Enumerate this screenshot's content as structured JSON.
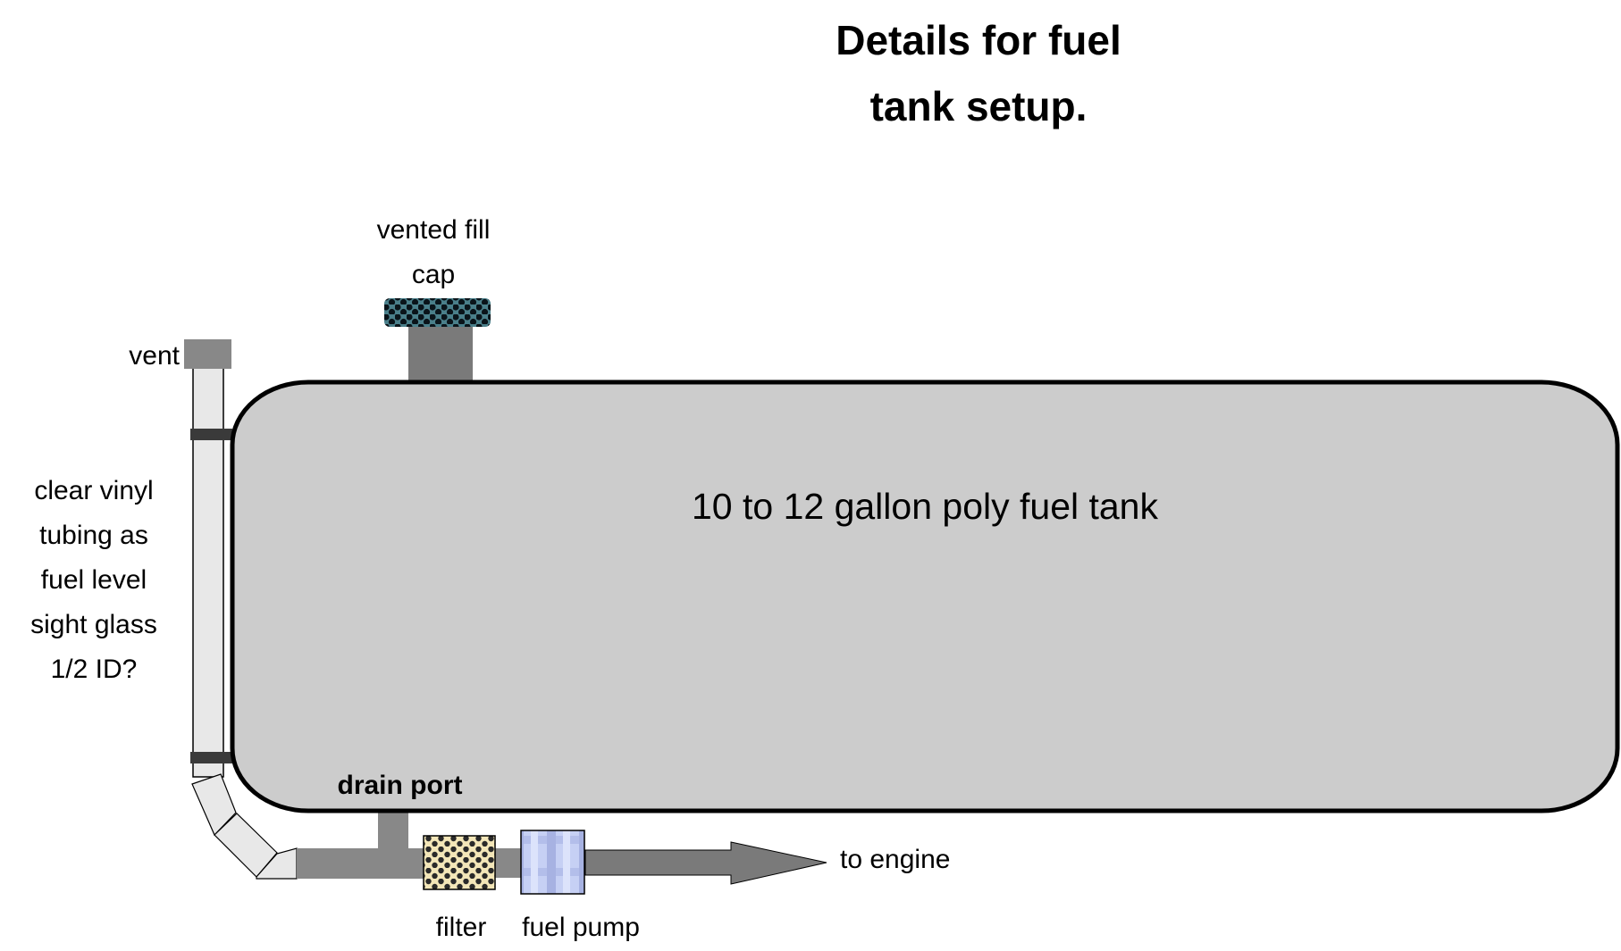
{
  "title": {
    "line1": "Details for fuel",
    "line2": "tank setup."
  },
  "components": {
    "tank": {
      "label": "10 to 12 gallon poly fuel tank",
      "fill_color": "#cccccc"
    },
    "fill_cap": {
      "label_line1": "vented fill",
      "label_line2": "cap",
      "color": "#4a7f8a"
    },
    "vent": {
      "label": "vent",
      "color": "#888888"
    },
    "sight_glass": {
      "label_lines": [
        "clear vinyl",
        "tubing as",
        "fuel level",
        "sight glass",
        "1/2 ID?"
      ],
      "color": "#e8e8e8"
    },
    "drain_port": {
      "label": "drain port"
    },
    "filter": {
      "label": "filter",
      "color": "#f3e6b8"
    },
    "fuel_pump": {
      "label": "fuel pump",
      "color": "#b8c4ee"
    },
    "outlet": {
      "label": "to engine",
      "color": "#7a7a7a"
    }
  }
}
